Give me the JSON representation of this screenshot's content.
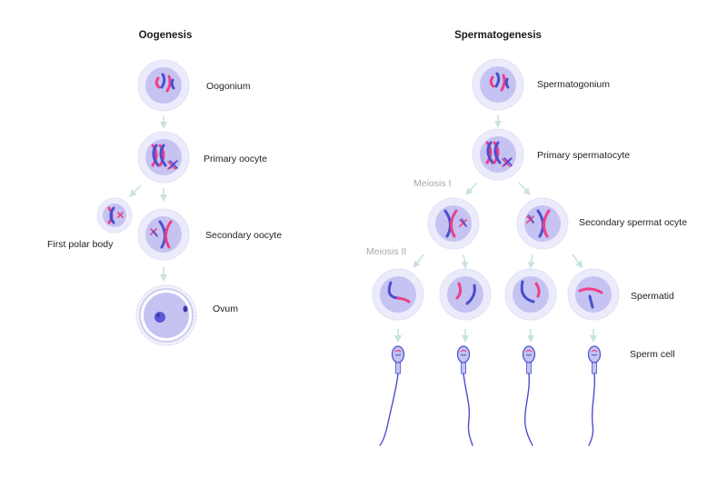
{
  "oogenesis": {
    "title": "Oogenesis",
    "oogonium": "Oogonium",
    "primary_oocyte": "Primary oocyte",
    "first_polar_body": "First polar body",
    "secondary_oocyte": "Secondary oocyte",
    "ovum": "Ovum"
  },
  "spermatogenesis": {
    "title": "Spermatogenesis",
    "spermatogonium": "Spermatogonium",
    "primary_spermatocyte": "Primary spermatocyte",
    "meiosis_1": "Meiosis I",
    "secondary_spermatocyte": "Secondary spermat ocyte",
    "meiosis_2": "Meiosis II",
    "spermatid": "Spermatid",
    "sperm_cell": "Sperm cell"
  },
  "colors": {
    "cell_outer": "#ecebfb",
    "cell_inner": "#c5c3f2",
    "chromosome_pink": "#ee3f86",
    "chromosome_blue": "#4a4fcf",
    "arrow": "#c9e3df"
  }
}
